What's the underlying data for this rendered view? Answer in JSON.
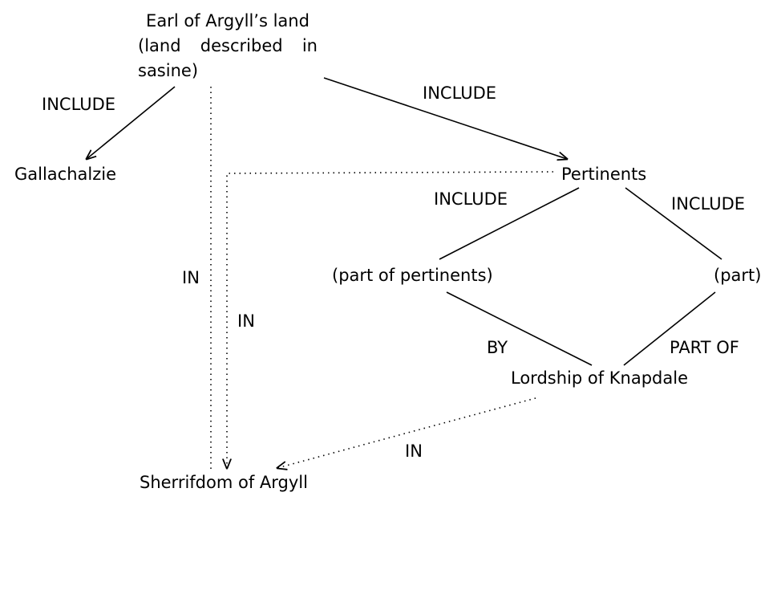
{
  "nodes": {
    "earl_land": {
      "line1": "Earl of Argyll’s land",
      "line2_words": [
        "(land",
        "described",
        "in"
      ],
      "line3": "sasine)"
    },
    "gallachalzie": "Gallachalzie",
    "pertinents": "Pertinents",
    "part_of_pertinents": "(part of pertinents)",
    "part": "(part)",
    "lordship_knapdale": "Lordship of Knapdale",
    "sherrifdom_argyll": "Sherrifdom of Argyll"
  },
  "edges": {
    "include_gallachalzie": "INCLUDE",
    "include_pertinents": "INCLUDE",
    "include_part_of_pertinents": "INCLUDE",
    "include_part": "INCLUDE",
    "in_earl_sherrifdom": "IN",
    "in_pertinents_sherrifdom": "IN",
    "by": "BY",
    "part_of": "PART OF",
    "in_knapdale_sherrifdom": "IN"
  },
  "style": {
    "line_color": "#000000"
  }
}
